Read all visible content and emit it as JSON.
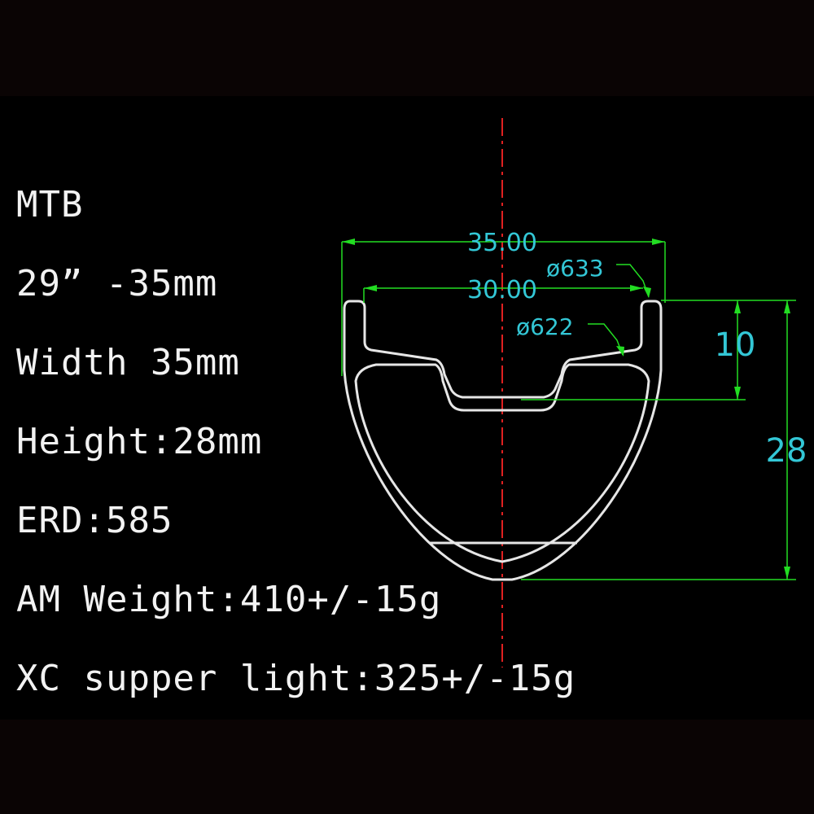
{
  "specs": [
    "MTB",
    "29” -35mm",
    "Width 35mm",
    "Height:28mm",
    "ERD:585",
    "AM Weight:410+/-15g",
    "XC supper light:325+/-15g"
  ],
  "drawing": {
    "outer_width": "35.00",
    "inner_width": "30.00",
    "outer_diameter": "ø633",
    "inner_diameter": "ø622",
    "bead_height": "10",
    "total_height": "28",
    "colors": {
      "rim_outline": "#e6e6e6",
      "dimension_lines": "#22dd22",
      "dimension_text": "#33c7d6",
      "center_line": "#e02020"
    }
  }
}
